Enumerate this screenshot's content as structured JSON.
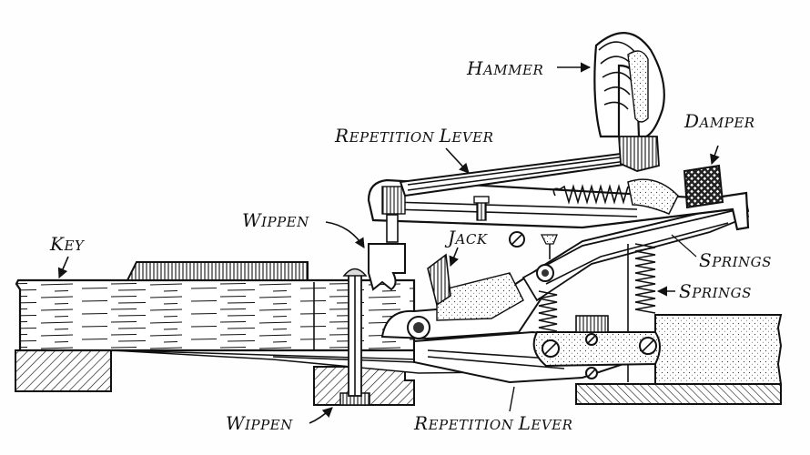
{
  "diagram": {
    "title": "Grand piano action",
    "background": "#fefefe",
    "ink": "#111111",
    "labels": {
      "hammer": {
        "first": "H",
        "rest": "AMMER"
      },
      "repetition_lever_top": {
        "first": "R",
        "rest": "EPETITION ",
        "word2_first": "L",
        "word2_rest": "EVER"
      },
      "damper": {
        "first": "D",
        "rest": "AMPER"
      },
      "wippen_top": {
        "first": "W",
        "rest": "IPPEN"
      },
      "jack": {
        "first": "J",
        "rest": "ACK"
      },
      "key": {
        "first": "K",
        "rest": "EY"
      },
      "springs_upper": {
        "first": "S",
        "rest": "PRINGS"
      },
      "springs_lower": {
        "first": "S",
        "rest": "PRINGS"
      },
      "wippen_bottom": {
        "first": "W",
        "rest": "IPPEN"
      },
      "repetition_lever_bottom": {
        "first": "R",
        "rest": "EPETITION ",
        "word2_first": "L",
        "word2_rest": "EVER"
      }
    },
    "parts": [
      "key",
      "hammer",
      "hammer-shank",
      "repetition-lever",
      "wippen",
      "jack",
      "damper",
      "springs",
      "key-frame",
      "rail"
    ]
  }
}
